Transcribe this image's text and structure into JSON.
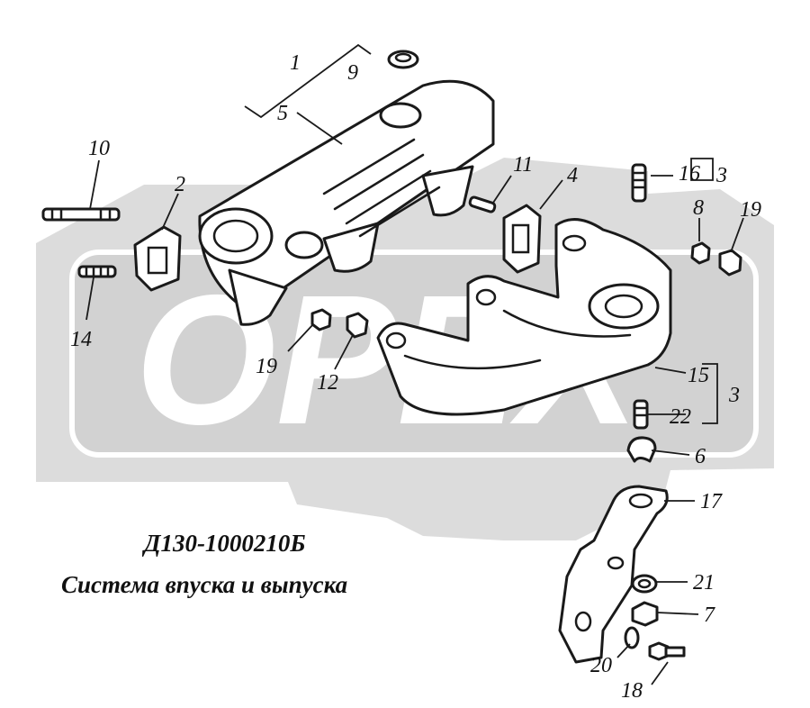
{
  "diagram": {
    "watermark": "OPEX",
    "code": "Д130-1000210Б",
    "caption": "Система впуска и выпуска",
    "colors": {
      "line": "#1a1a1a",
      "background": "#ffffff",
      "watermark_fill": "#dcdcdc"
    },
    "callouts": {
      "n1": "1",
      "n2": "2",
      "n3a": "3",
      "n3b": "3",
      "n4": "4",
      "n5": "5",
      "n6": "6",
      "n7": "7",
      "n8": "8",
      "n9": "9",
      "n10": "10",
      "n11": "11",
      "n12": "12",
      "n14": "14",
      "n15": "15",
      "n16": "16",
      "n17": "17",
      "n18": "18",
      "n19a": "19",
      "n19b": "19",
      "n20": "20",
      "n21": "21",
      "n22": "22"
    }
  }
}
